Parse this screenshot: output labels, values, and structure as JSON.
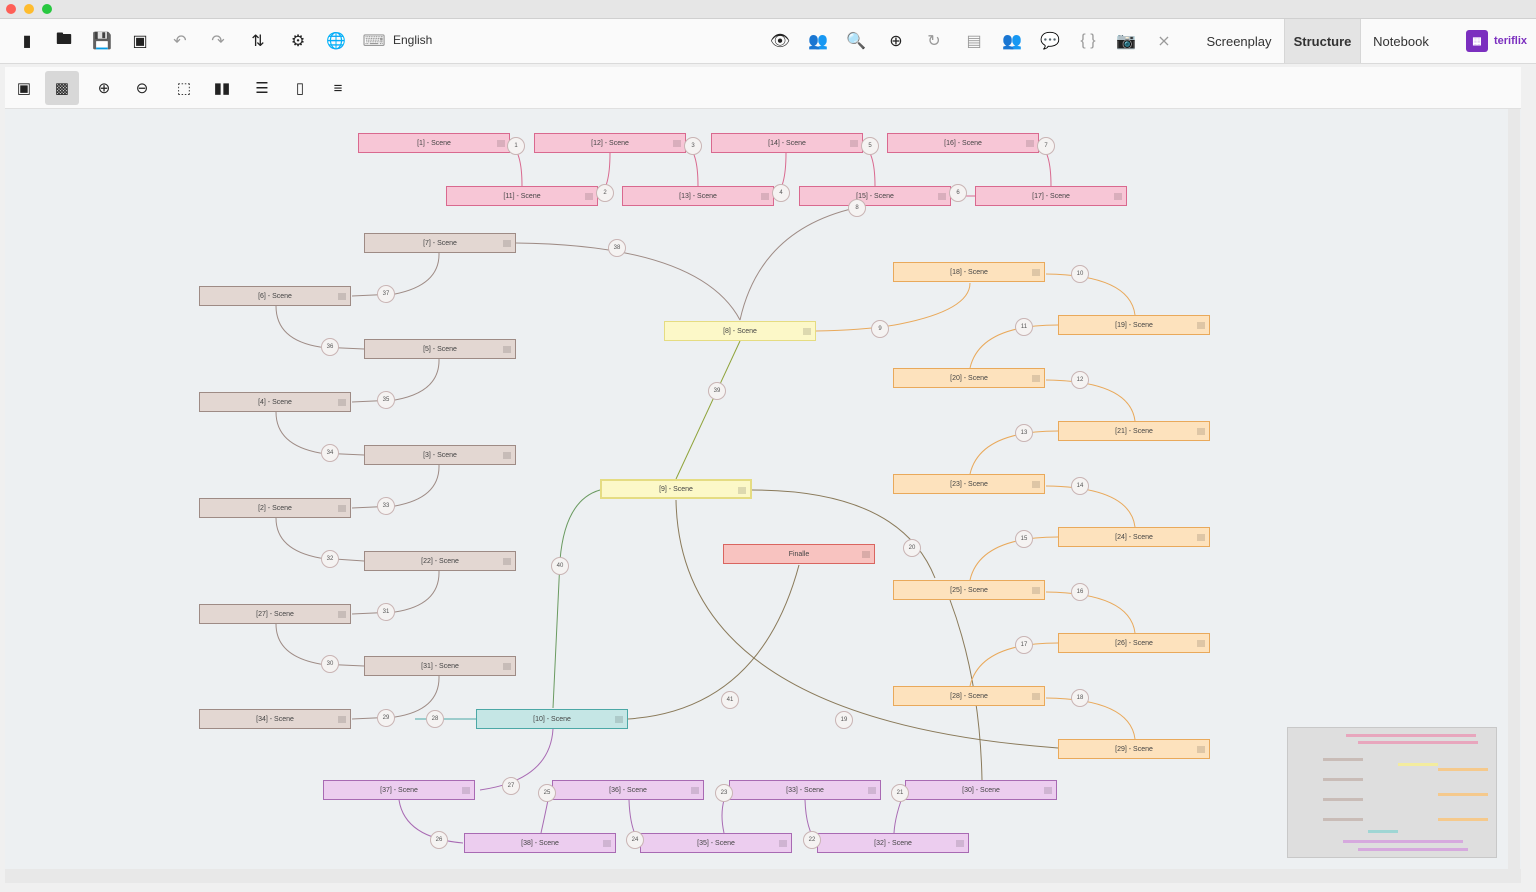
{
  "toolbar": {
    "language": "English",
    "tabs": [
      "Screenplay",
      "Structure",
      "Notebook"
    ],
    "active_tab": "Structure",
    "brand": "teriflix"
  },
  "colors": {
    "pink": "#f7c6d6",
    "tan": "#e3d7d2",
    "orange": "#fde2bd",
    "violet": "#eccdef",
    "yellow": "#fcf8c8",
    "teal": "#c5e6e5",
    "red": "#f8c3c0",
    "brand": "#7b2fbf"
  },
  "scenes": [
    "[1] - Scene",
    "[12] - Scene",
    "[14] - Scene",
    "[16] - Scene",
    "[11] - Scene",
    "[13] - Scene",
    "[15] - Scene",
    "[17] - Scene",
    "[7] - Scene",
    "[6] - Scene",
    "[5] - Scene",
    "[4] - Scene",
    "[3] - Scene",
    "[2] - Scene",
    "[22] - Scene",
    "[27] - Scene",
    "[31] - Scene",
    "[34] - Scene",
    "[8] - Scene",
    "[9] - Scene",
    "[10] - Scene",
    "Finalle",
    "[18] - Scene",
    "[19] - Scene",
    "[20] - Scene",
    "[21] - Scene",
    "[23] - Scene",
    "[24] - Scene",
    "[25] - Scene",
    "[26] - Scene",
    "[28] - Scene",
    "[29] - Scene",
    "[37] - Scene",
    "[36] - Scene",
    "[33] - Scene",
    "[30] - Scene",
    "[38] - Scene",
    "[35] - Scene",
    "[32] - Scene"
  ],
  "link_numbers": [
    "1",
    "2",
    "3",
    "4",
    "5",
    "6",
    "7",
    "8",
    "9",
    "10",
    "11",
    "12",
    "13",
    "14",
    "15",
    "16",
    "17",
    "18",
    "19",
    "20",
    "21",
    "22",
    "23",
    "24",
    "25",
    "26",
    "27",
    "28",
    "29",
    "30",
    "31",
    "32",
    "33",
    "34",
    "35",
    "36",
    "37",
    "38",
    "39",
    "40",
    "41"
  ]
}
